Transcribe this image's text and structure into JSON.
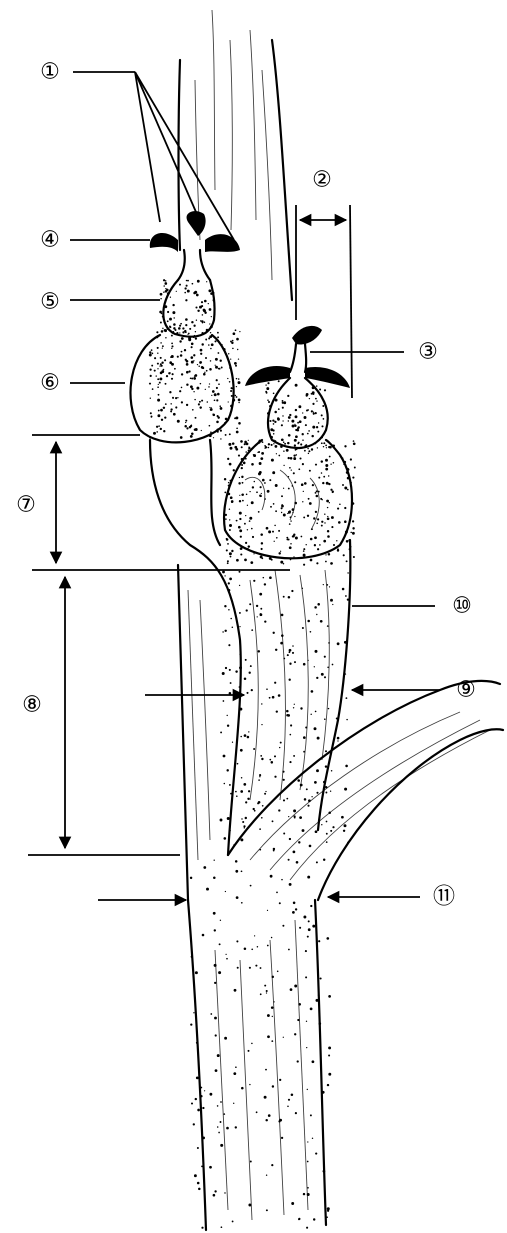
{
  "labels": {
    "l1": "①",
    "l2": "②",
    "l3": "③",
    "l4": "④",
    "l5": "⑤",
    "l6": "⑥",
    "l7": "⑦",
    "l8": "⑧",
    "l9": "⑨",
    "l10": "⑩",
    "l11": "⑪"
  }
}
